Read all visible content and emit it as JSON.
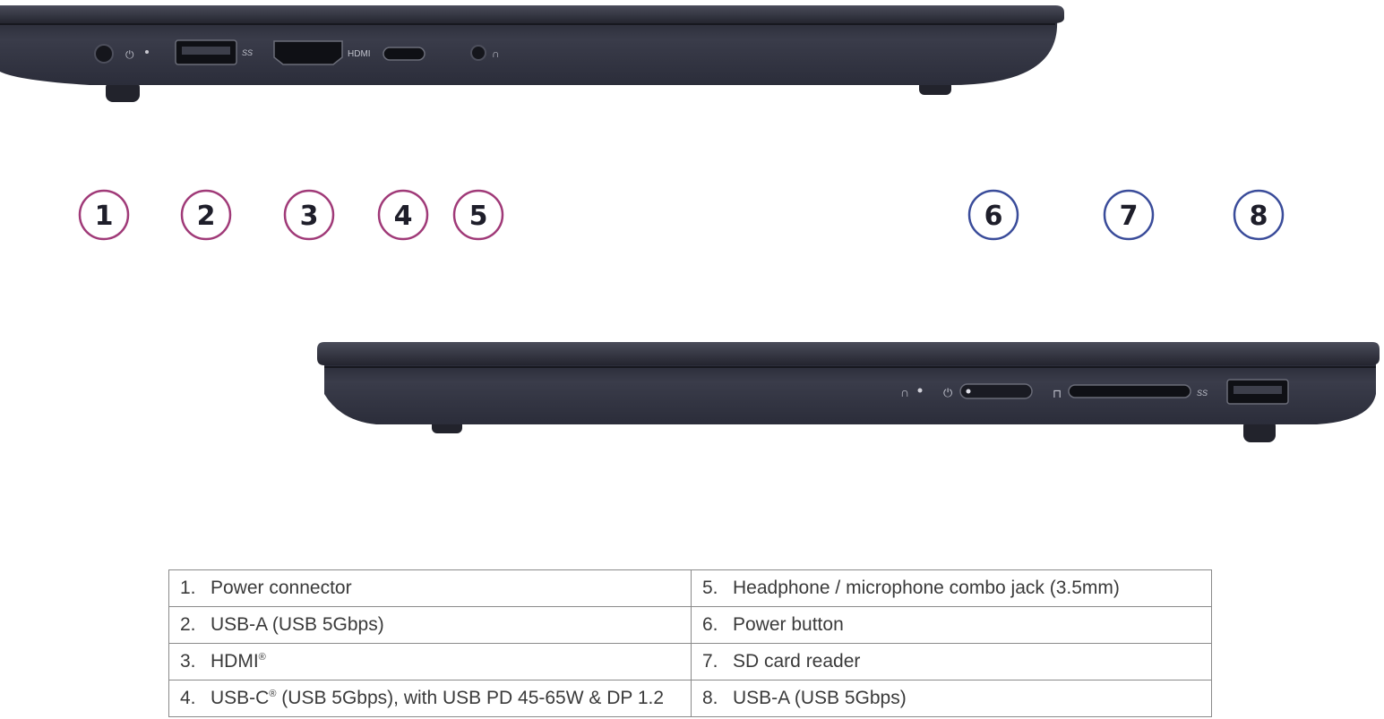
{
  "callouts": [
    "1",
    "2",
    "3",
    "4",
    "5",
    "6",
    "7",
    "8"
  ],
  "port_labels": {
    "hdmi": "HDMI",
    "ss_left": "SS",
    "ss_right": "SS"
  },
  "icons": {
    "power_plug": "plug-icon",
    "headphone": "headphone-icon",
    "power_button": "power-icon",
    "sd_card": "sd-card-icon",
    "usb": "usb-ss-icon"
  },
  "colors": {
    "left_callout": "#a03a78",
    "right_callout": "#3a4c9a",
    "laptop_body": "#2f3140",
    "laptop_edge": "#1c1d27"
  },
  "table": {
    "rows": [
      {
        "left_num": "1.",
        "left_text": "Power connector",
        "left_sup": "",
        "left_tail": "",
        "right_num": "5.",
        "right_text": "Headphone / microphone combo jack (3.5mm)"
      },
      {
        "left_num": "2.",
        "left_text": "USB-A (USB 5Gbps)",
        "left_sup": "",
        "left_tail": "",
        "right_num": "6.",
        "right_text": "Power button"
      },
      {
        "left_num": "3.",
        "left_text": "HDMI",
        "left_sup": "®",
        "left_tail": "",
        "right_num": "7.",
        "right_text": "SD card reader"
      },
      {
        "left_num": "4.",
        "left_text": "USB-C",
        "left_sup": "®",
        "left_tail": " (USB 5Gbps), with USB PD 45-65W & DP 1.2",
        "right_num": "8.",
        "right_text": "USB-A (USB 5Gbps)"
      }
    ]
  }
}
